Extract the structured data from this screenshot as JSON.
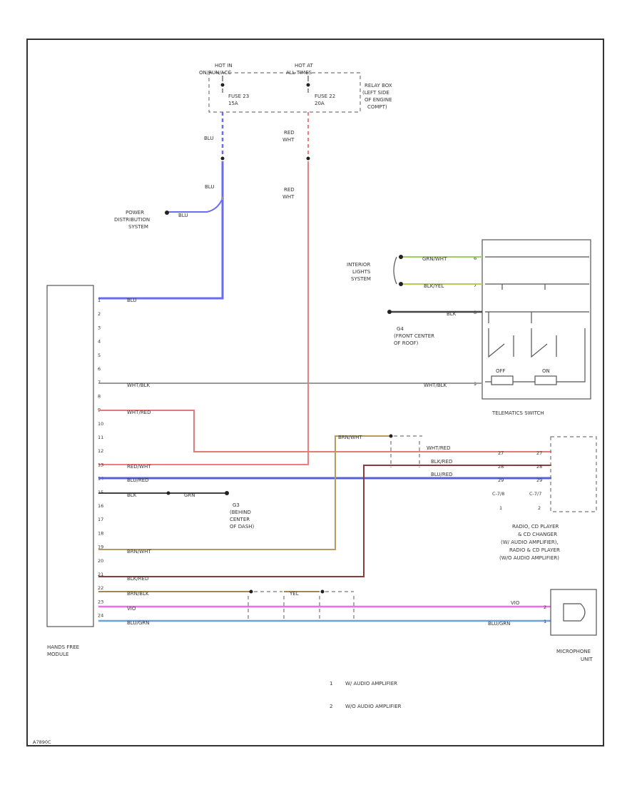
{
  "colors": {
    "blu": "#6a6cf0",
    "red_wht": "#f07e7e",
    "wht_blk": "#9a9a9a",
    "wht_red": "#e37b7b",
    "blu_red": "#5560d8",
    "brn_wht": "#b89a5e",
    "blk_red": "#8c3b3b",
    "brn_blk": "#a08850",
    "vio": "#f06cf0",
    "blu_grn": "#6fa0d8",
    "grn_wht": "#9bd060",
    "blk_yel": "#b8cc50",
    "blk": "#444444"
  },
  "labels": {
    "hot_in_1": "HOT IN",
    "hot_in_2": "ON/RUN/ACC",
    "hot_at_1": "HOT AT",
    "hot_at_2": "ALL TIMES",
    "fuse23_1": "FUSE 23",
    "fuse23_2": "15A",
    "fuse22_1": "FUSE 22",
    "fuse22_2": "20A",
    "relay_box_1": "RELAY BOX",
    "relay_box_2": "(LEFT SIDE",
    "relay_box_3": "OF ENGINE",
    "relay_box_4": "COMPT)",
    "power_dist_1": "POWER",
    "power_dist_2": "DISTRIBUTION",
    "power_dist_3": "SYSTEM",
    "interior_1": "INTERIOR",
    "interior_2": "LIGHTS",
    "interior_3": "SYSTEM",
    "g4_1": "G4",
    "g4_2": "(FRONT CENTER",
    "g4_3": "OF ROOF)",
    "g3_1": "G3",
    "g3_2": "(BEHIND",
    "g3_3": "CENTER",
    "g3_4": "OF DASH)",
    "telematics": "TELEMATICS SWITCH",
    "radio_1": "RADIO, CD PLAYER",
    "radio_2": "& CD CHANGER",
    "radio_3": "(W/ AUDIO AMPLIFIER),",
    "radio_4": "RADIO & CD PLAYER",
    "radio_5": "(W/O AUDIO AMPLIFIER)",
    "hands_free_1": "HANDS FREE",
    "hands_free_2": "MODULE",
    "mic_1": "MICROPHONE",
    "mic_2": "UNIT",
    "off_btn": "OFF",
    "on_btn": "ON",
    "note1_num": "1",
    "note1_text": "W/ AUDIO AMPLIFIER",
    "note2_num": "2",
    "note2_text": "W/O AUDIO AMPLIFIER",
    "diagram_id": "A7890C"
  },
  "wires": {
    "blu": "BLU",
    "red_wht": "RED/WHT",
    "red_wht_stack_1": "RED",
    "red_wht_stack_2": "WHT",
    "wht_blk": "WHT/BLK",
    "wht_red": "WHT/RED",
    "blu_red": "BLU/RED",
    "blk": "BLK",
    "grn": "GRN",
    "brn_wht": "BRN/WHT",
    "blk_red": "BLK/RED",
    "brn_blk": "BRN/BLK",
    "yel": "YEL",
    "vio": "VIO",
    "blu_grn": "BLU/GRN",
    "grn_wht": "GRN/WHT",
    "blk_yel": "BLK/YEL"
  },
  "pins": {
    "hfm": [
      "1",
      "2",
      "3",
      "4",
      "5",
      "6",
      "7",
      "8",
      "9",
      "10",
      "11",
      "12",
      "13",
      "14",
      "15",
      "16",
      "17",
      "18",
      "19",
      "20",
      "21",
      "22",
      "23",
      "24"
    ],
    "tel": [
      "6",
      "7",
      "8",
      "9"
    ],
    "radio": [
      "27",
      "28",
      "29"
    ],
    "radio_alt": [
      "C-7/8",
      "C-7/7"
    ],
    "notes": [
      "1",
      "2"
    ],
    "mic": [
      "2",
      "1"
    ]
  }
}
